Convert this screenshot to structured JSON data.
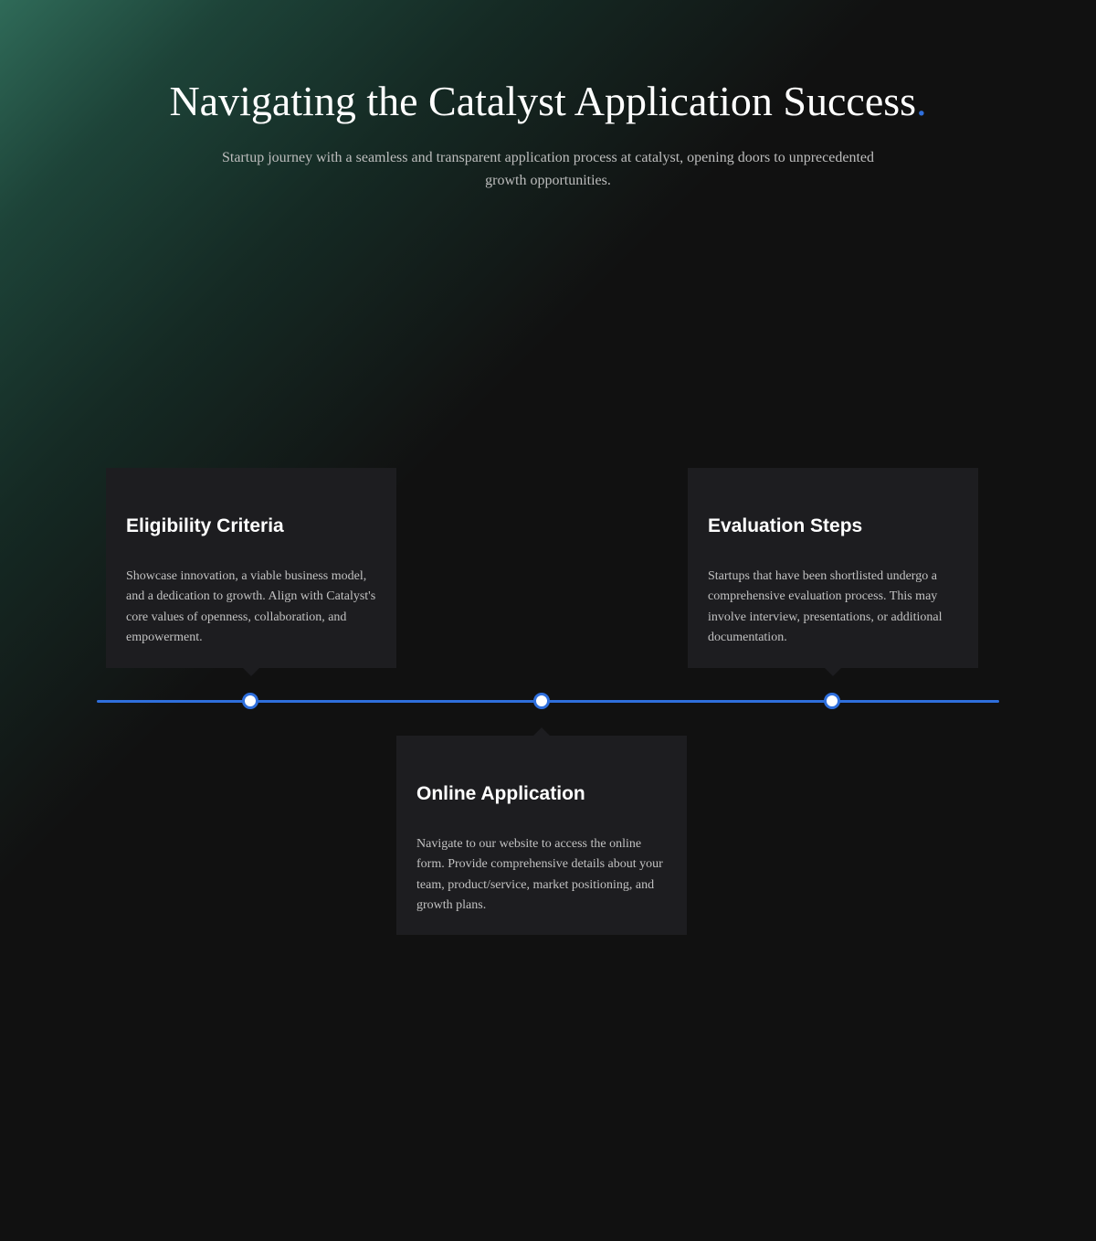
{
  "hero": {
    "title": "Navigating the Catalyst Application Success",
    "title_accent": ".",
    "subtitle": "Startup journey with a seamless and transparent application process at catalyst, opening doors to unprecedented growth opportunities."
  },
  "timeline": {
    "accent_color": "#2f6fdc",
    "steps": [
      {
        "title": "Eligibility Criteria",
        "text": "Showcase innovation, a viable business model, and a dedication to growth. Align with Catalyst's core values of openness, collaboration, and empowerment."
      },
      {
        "title": "Online Application",
        "text": "Navigate to our website to access the online form. Provide comprehensive details about your team, product/service, market positioning, and growth plans."
      },
      {
        "title": "Evaluation Steps",
        "text": "Startups that have been shortlisted undergo a comprehensive evaluation process. This may involve interview, presentations, or additional documentation."
      }
    ]
  },
  "colors": {
    "background": "#111111",
    "card": "#1d1d20",
    "glow": "#2f6a58"
  }
}
